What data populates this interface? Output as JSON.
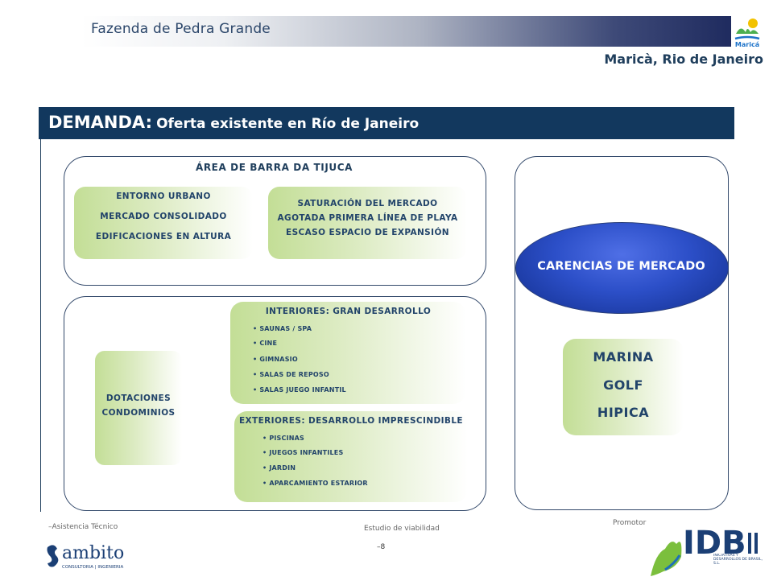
{
  "header": {
    "project_title": "Fazenda de Pedra Grande",
    "location": "Maricà, Rio de Janeiro",
    "logo_label": "Maricá"
  },
  "section": {
    "title_key": "DEMANDA:",
    "title_rest": "Oferta existente en Río de Janeiro"
  },
  "barra_panel": {
    "heading": "ÁREA DE BARRA DA TIJUCA",
    "entorno_lines": [
      "ENTORNO URBANO",
      "MERCADO CONSOLIDADO",
      "EDIFICACIONES EN ALTURA"
    ],
    "saturacion_lines": [
      "SATURACIÓN DEL MERCADO",
      "AGOTADA PRIMERA LÍNEA DE PLAYA",
      "ESCASO ESPACIO DE EXPANSIÓN"
    ]
  },
  "dotaciones_panel": {
    "dotaciones_lines": [
      "DOTACIONES",
      "CONDOMINIOS"
    ],
    "interiores": {
      "heading": "INTERIORES: GRAN DESARROLLO",
      "items": [
        "SAUNAS / SPA",
        "CINE",
        "GIMNASIO",
        "SALAS DE REPOSO",
        "SALAS JUEGO INFANTIL"
      ]
    },
    "exteriores": {
      "heading": "EXTERIORES: DESARROLLO IMPRESCINDIBLE",
      "items": [
        "PISCINAS",
        "JUEGOS INFANTILES",
        "JARDIN",
        "APARCAMIENTO ESTARIOR"
      ]
    }
  },
  "carencias_panel": {
    "ellipse_label": "CARENCIAS DE MERCADO",
    "items": [
      "MARINA",
      "GOLF",
      "HIPICA"
    ]
  },
  "footer": {
    "asistencia": "Asistencia Técnico",
    "estudio": "Estudio de viabilidad",
    "page": "8",
    "promotor": "Promotor",
    "ambito_name": "ambito",
    "ambito_sub": "CONSULTORIA | INGENIERIA",
    "idb_name": "IDB",
    "idb_sub": "INICIATIVAS Y DESARROLLOS DE BRASIL, S.L."
  },
  "colors": {
    "navy": "#12385e",
    "text_blue": "#1f3e5c",
    "green_light": "#c3de96",
    "ellipse_blue": "#2c4fc8"
  }
}
